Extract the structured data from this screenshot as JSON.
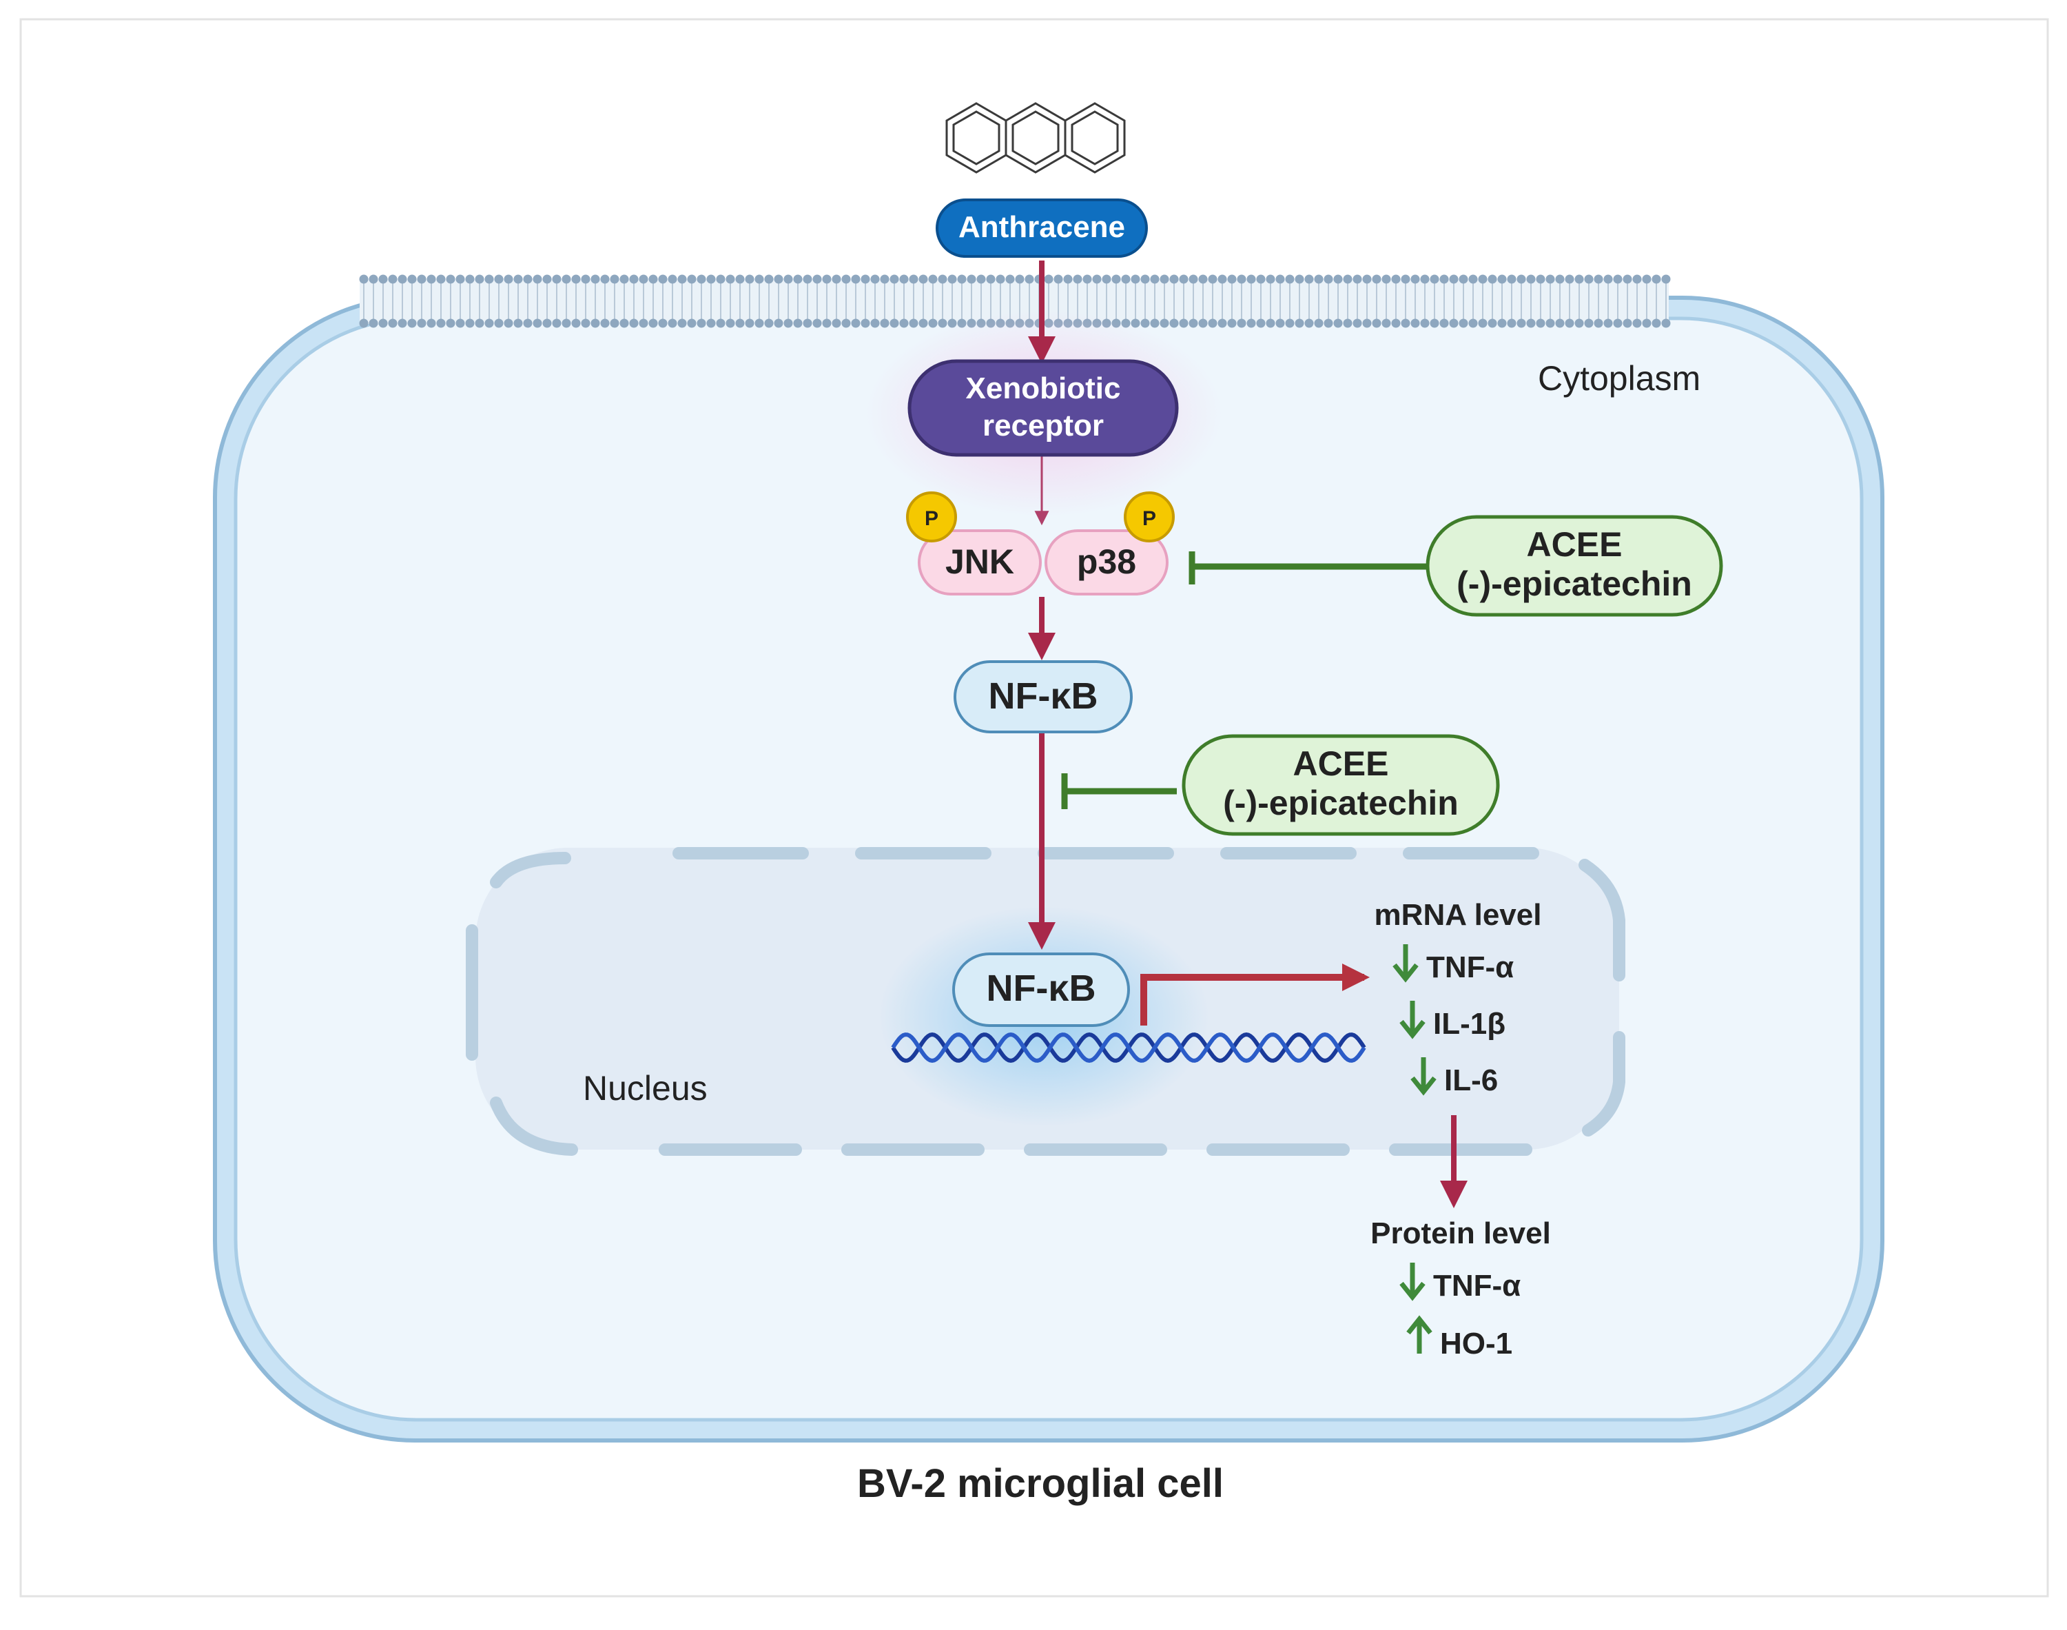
{
  "compound": {
    "label": "Anthracene",
    "structure": "anthracene-structure"
  },
  "receptor": {
    "line1": "Xenobiotic",
    "line2": "receptor"
  },
  "kinases": {
    "jnk": "JNK",
    "p38": "p38",
    "phospho": "P"
  },
  "nfkb": {
    "cytoplasm": "NF-κB",
    "nucleus": "NF-κB"
  },
  "inhibitors": [
    {
      "line1": "ACEE",
      "line2": "(-)-epicatechin"
    },
    {
      "line1": "ACEE",
      "line2": "(-)-epicatechin"
    }
  ],
  "compartments": {
    "cytoplasm": "Cytoplasm",
    "nucleus": "Nucleus"
  },
  "mrna": {
    "title": "mRNA level",
    "items": [
      {
        "label": "TNF-α",
        "direction": "down"
      },
      {
        "label": "IL-1β",
        "direction": "down"
      },
      {
        "label": "IL-6",
        "direction": "down"
      }
    ]
  },
  "protein": {
    "title": "Protein level",
    "items": [
      {
        "label": "TNF-α",
        "direction": "down"
      },
      {
        "label": "HO-1",
        "direction": "up"
      }
    ]
  },
  "caption": "BV-2 microglial cell",
  "colors": {
    "activation_arrow": "#a8284a",
    "inhibition": "#3f7d2a",
    "change_arrow": "#3f8a3a",
    "anthracene_pill": "#0f6fc0",
    "receptor": "#5a4a9a",
    "kinase_fill": "#fbd9e6",
    "phospho": "#f5c800",
    "nfkb_fill": "#d8ecf8",
    "inhibitor_fill": "#dff3d8",
    "membrane": "#c9e3f5",
    "nucleus_fill": "#e2ebf5",
    "dna": "#1a3a9a"
  }
}
